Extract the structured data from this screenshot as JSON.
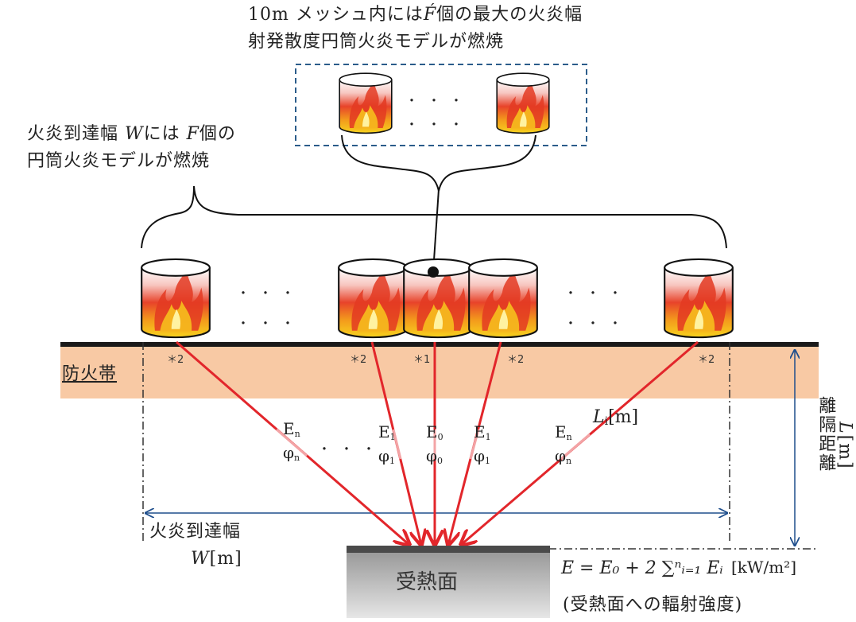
{
  "top_note": {
    "line1": "10m メッシュ内には",
    "symbol": "F́",
    "line1_end": "個の最大の火炎幅",
    "line2": "射発散度円筒火炎モデルが燃焼"
  },
  "left_note": {
    "line1_a": "火炎到達幅 ",
    "line1_w": "W",
    "line1_b": "には ",
    "line1_f": "F",
    "line1_c": "個の",
    "line2": "円筒火炎モデルが燃焼"
  },
  "firebreak_label": "防火帯",
  "markers": [
    "＊2",
    "＊2",
    "＊1",
    "＊2",
    "＊2"
  ],
  "dots": "・・・",
  "emission_labels": {
    "e_n_left": {
      "e": "E",
      "sub": "n"
    },
    "phi_n_left": {
      "p": "φ",
      "sub": "n"
    },
    "e_1_left": {
      "e": "E",
      "sub": "1"
    },
    "phi_1_left": {
      "p": "φ",
      "sub": "1"
    },
    "e_0": {
      "e": "E",
      "sub": "0"
    },
    "phi_0": {
      "p": "φ",
      "sub": "0"
    },
    "e_1_right": {
      "e": "E",
      "sub": "1"
    },
    "phi_1_right": {
      "p": "φ",
      "sub": "1"
    },
    "e_n_right": {
      "e": "E",
      "sub": "n"
    },
    "phi_n_right": {
      "p": "φ",
      "sub": "n"
    }
  },
  "li_label": {
    "sym": "L",
    "sub": "i",
    "unit": "[m]"
  },
  "width_label": {
    "line1": "火炎到達幅",
    "sym": "W",
    "unit": "[m]"
  },
  "distance_label": {
    "text": "離隔距離",
    "sym": "L",
    "unit": "[m]"
  },
  "receiver_label": "受熱面",
  "formula": {
    "text": "E = E₀ + 2 ∑ⁿᵢ₌₁ Eᵢ",
    "unit": "[kW/m²]",
    "caption": "(受熱面への輻射強度)"
  },
  "colors": {
    "firebreak": "#f8c9a4",
    "ray": "#e2262b",
    "ray_light": "#f3a4a6",
    "ground": "#1a1a1a",
    "arrow_blue": "#1f4e8c",
    "dashed_box": "#2b5c8a"
  }
}
